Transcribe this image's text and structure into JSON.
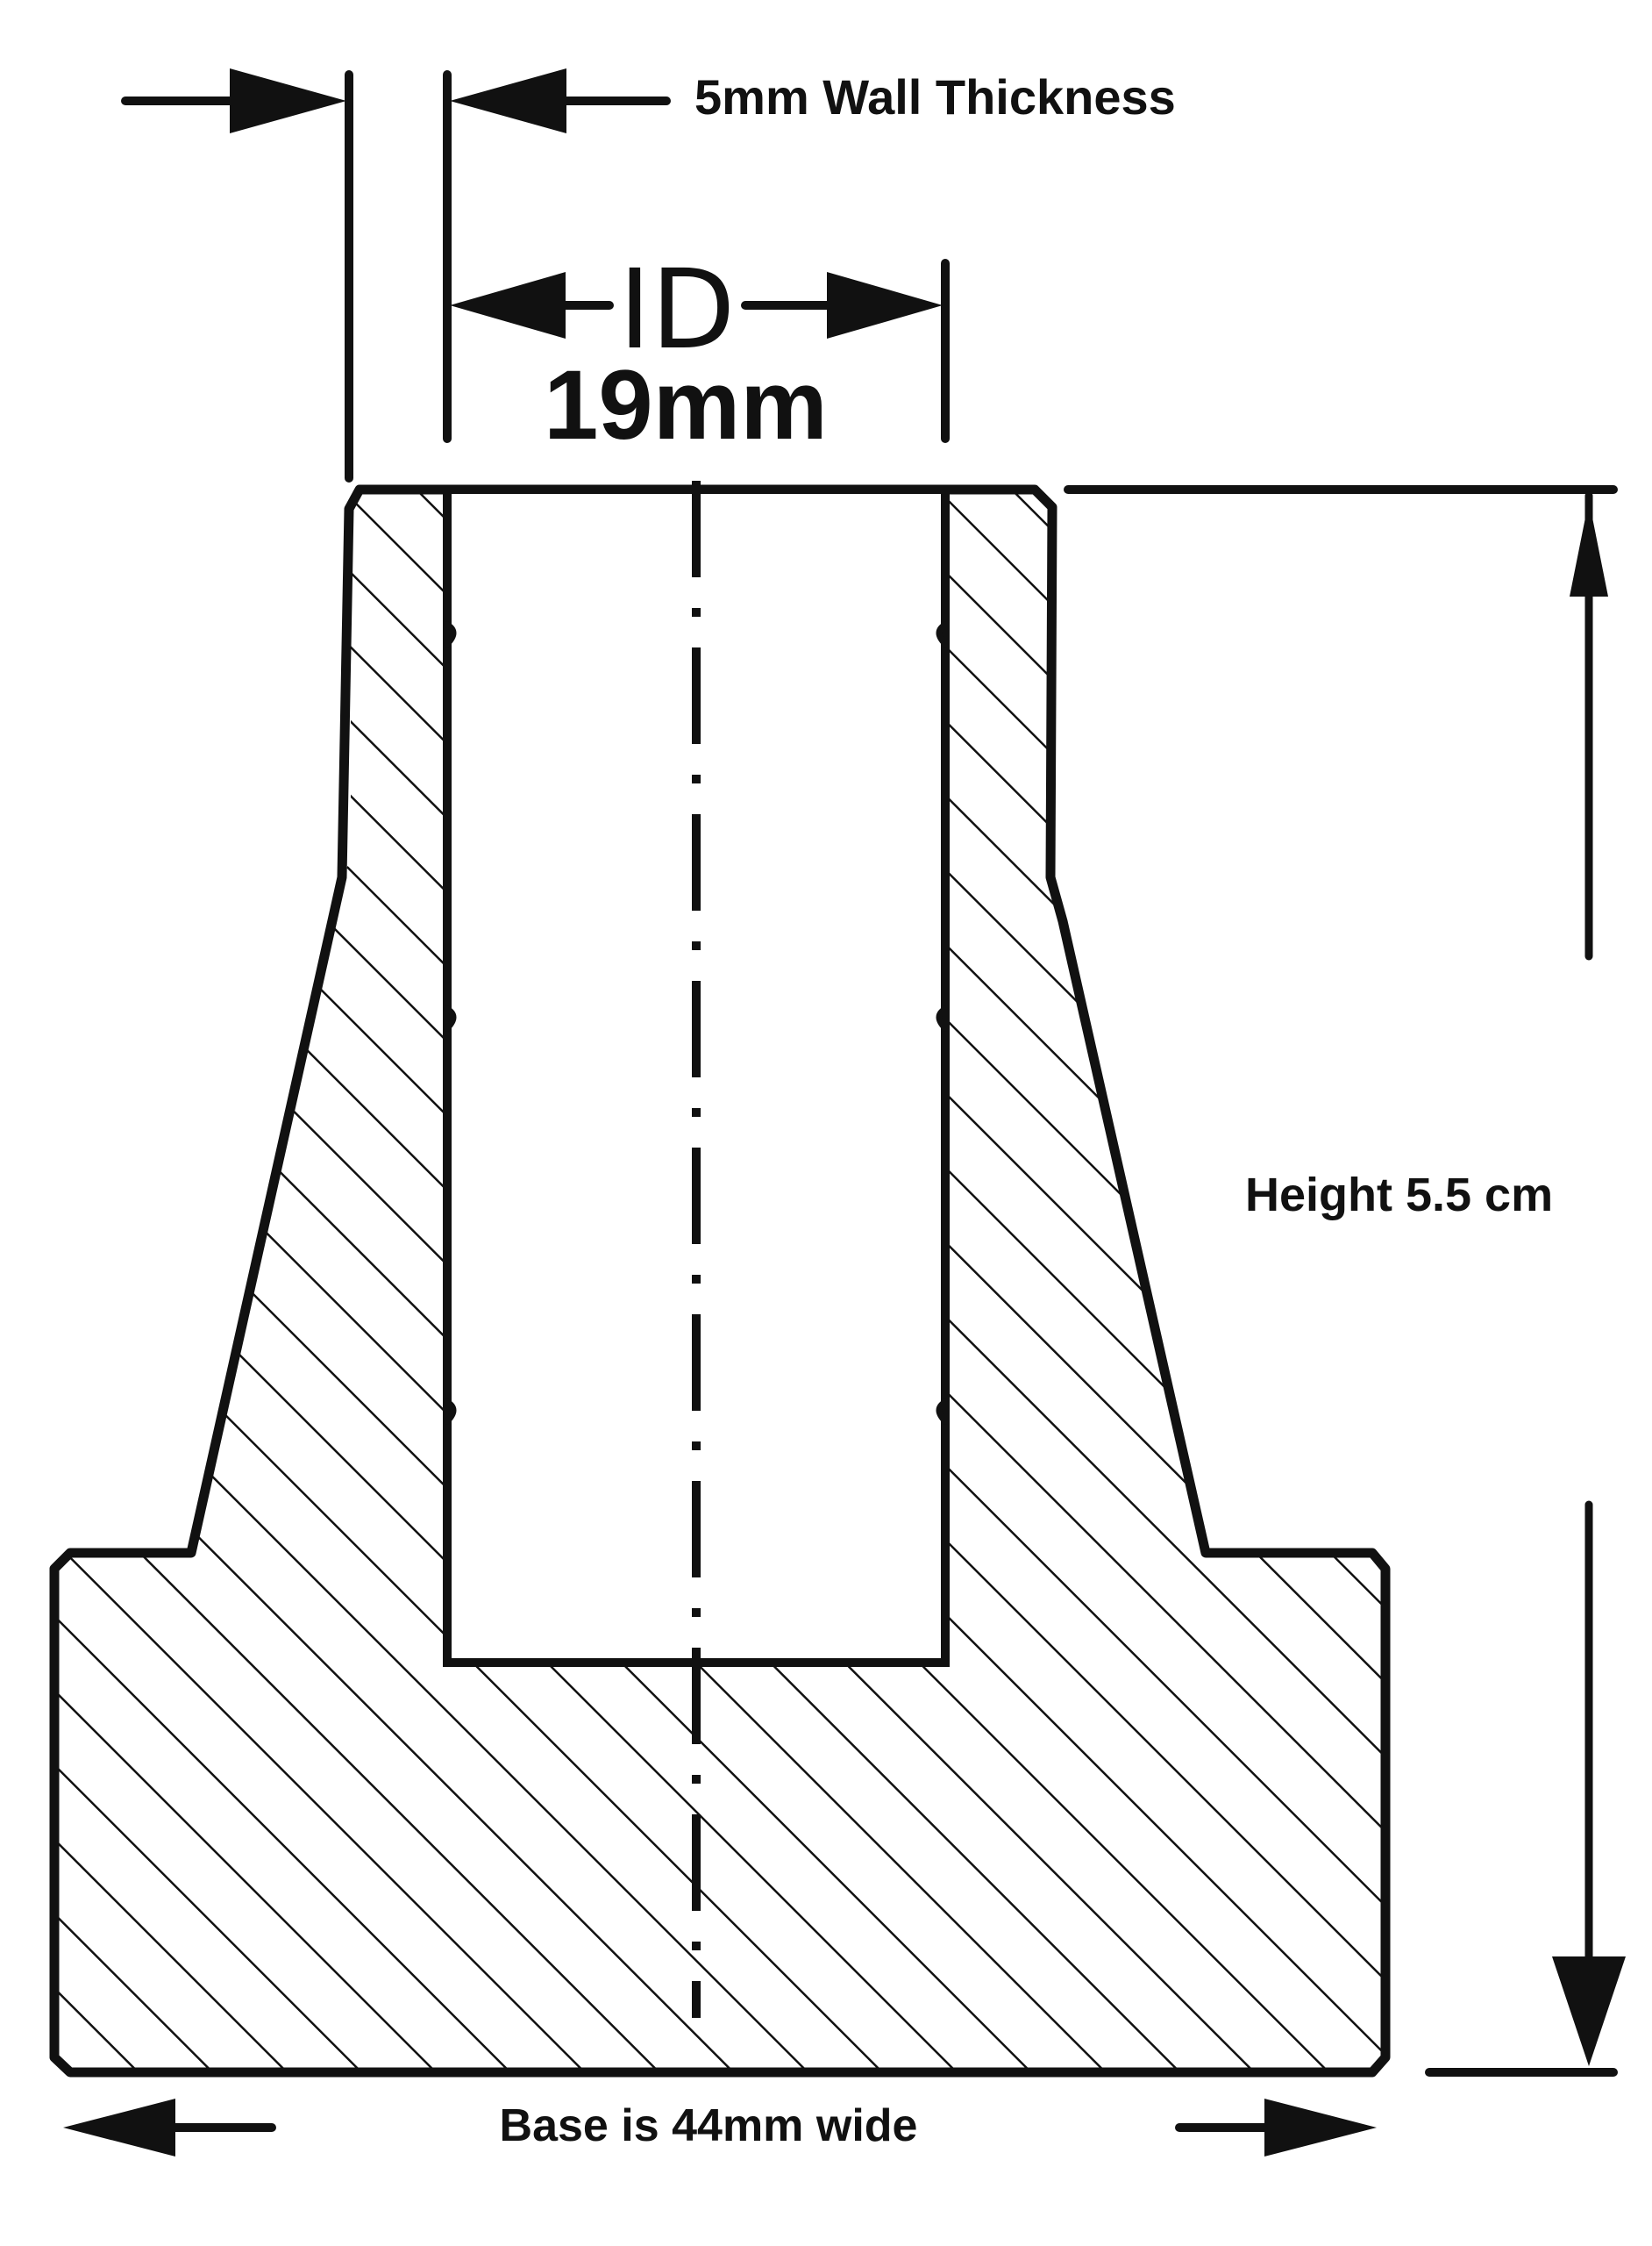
{
  "diagram": {
    "labels": {
      "wall_thickness": "5mm Wall Thickness",
      "id_symbol": "ID",
      "id_value": "19mm",
      "height": "Height 5.5 cm",
      "base_width": "Base is 44mm wide"
    },
    "colors": {
      "ink": "#111111",
      "background": "#ffffff"
    }
  }
}
